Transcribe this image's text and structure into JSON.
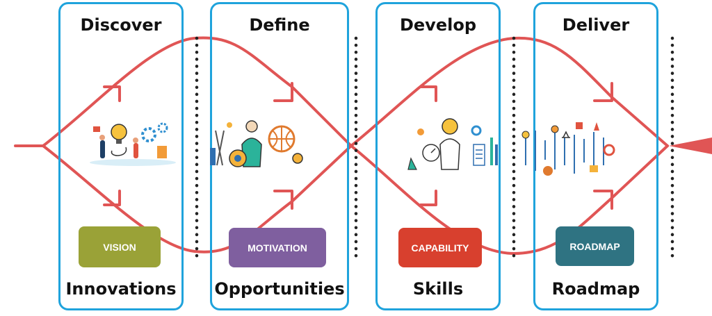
{
  "phases": [
    {
      "title": "Discover",
      "bottom": "Innovations",
      "tag": "VISION",
      "tag_color": "#9aa237"
    },
    {
      "title": "Define",
      "bottom": "Opportunities",
      "tag": "MOTIVATION",
      "tag_color": "#7f5f9f"
    },
    {
      "title": "Develop",
      "bottom": "Skills",
      "tag": "CAPABILITY",
      "tag_color": "#d8402e"
    },
    {
      "title": "Deliver",
      "bottom": "Roadmap",
      "tag": "ROADMAP",
      "tag_color": "#2f7382"
    }
  ],
  "colors": {
    "frame": "#1fa3dc",
    "path": "#e05555",
    "dots": "#222222"
  }
}
